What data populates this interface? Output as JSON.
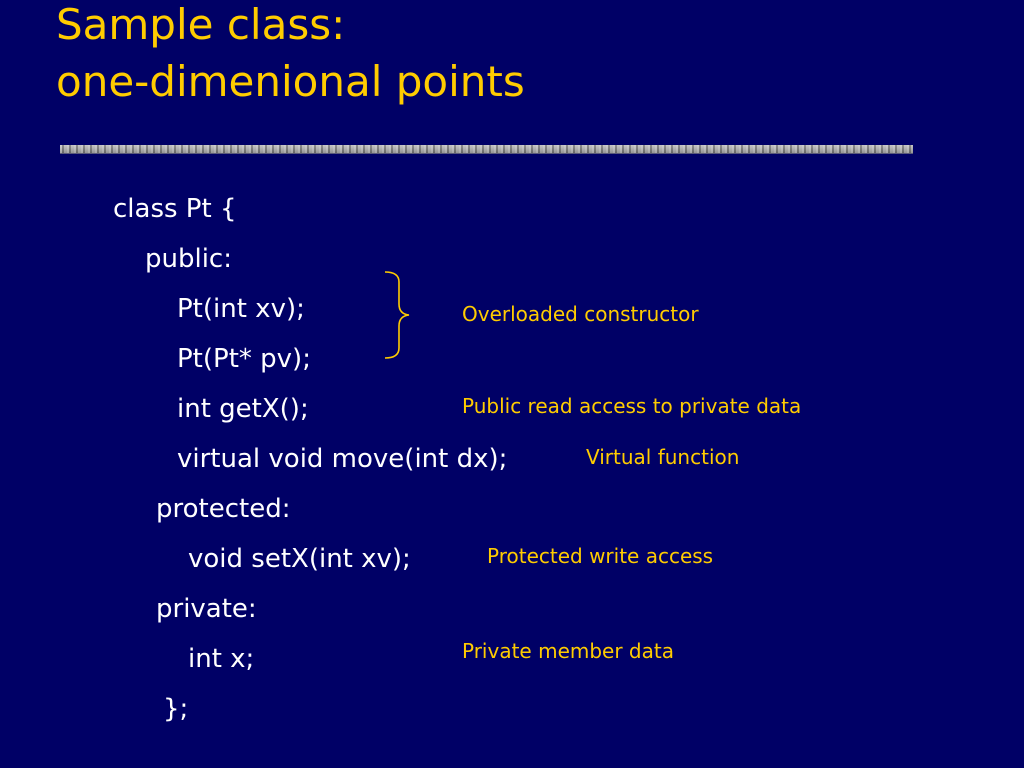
{
  "slide": {
    "title_line1": "Sample class:",
    "title_line2": "one-dimenional points"
  },
  "code": {
    "lines": [
      "class Pt {",
      "public:",
      "Pt(int xv);",
      "Pt(Pt* pv);",
      "int getX();",
      "virtual void move(int dx);",
      "protected:",
      "void setX(int xv);",
      "private:",
      "int x;",
      "};"
    ]
  },
  "annotations": {
    "overloaded_constructor": "Overloaded constructor",
    "public_read": "Public read access to private data",
    "virtual_function": "Virtual function",
    "protected_write": "Protected write access",
    "private_member": "Private member data"
  },
  "colors": {
    "background": "#000066",
    "title": "#ffcc00",
    "code": "#ffffff",
    "annotation": "#ffcc00"
  }
}
